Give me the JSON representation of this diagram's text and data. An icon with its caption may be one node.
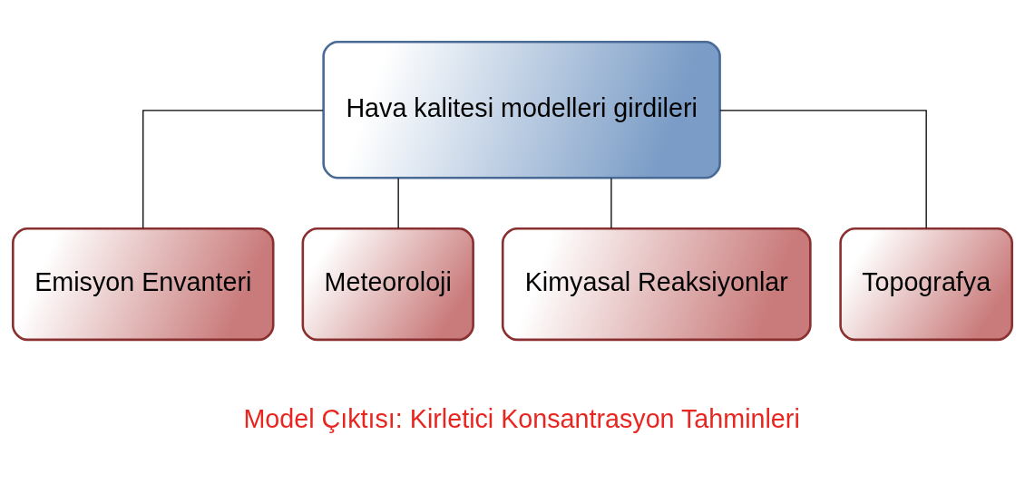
{
  "diagram": {
    "nodes": [
      {
        "text": [
          "Hava kalitesi modelleri girdileri"
        ]
      },
      {
        "text": [
          "Emisyon Envanteri"
        ]
      },
      {
        "text": [
          "Meteoroloji"
        ]
      },
      {
        "text": [
          "Kimyasal Reaksiyonlar"
        ]
      },
      {
        "text": [
          "Topografya"
        ]
      }
    ],
    "edges": [
      {
        "from": 0,
        "to": 1,
        "arrow": "none"
      },
      {
        "from": 0,
        "to": 2,
        "arrow": "none"
      },
      {
        "from": 0,
        "to": 3,
        "arrow": "none"
      },
      {
        "from": 0,
        "to": 4,
        "arrow": "none"
      }
    ],
    "labels": [
      "Model Çıktısı: Kirletici Konsantrasyon Tahminleri"
    ]
  }
}
